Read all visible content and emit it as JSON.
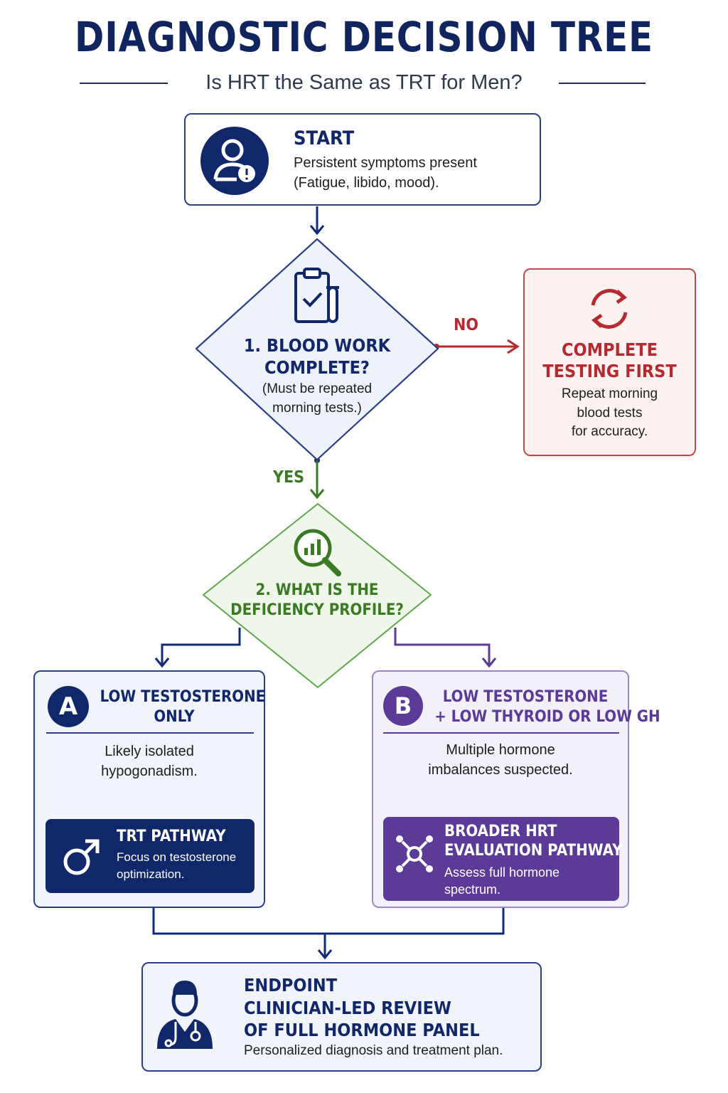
{
  "title": "DIAGNOSTIC DECISION TREE",
  "subtitle": "Is HRT the Same as TRT for Men?",
  "start": {
    "heading": "START",
    "text_line1": "Persistent symptoms present",
    "text_line2": "(Fatigue, libido, mood).",
    "icon": "patient-alert-icon"
  },
  "decision1": {
    "heading_line1": "1. BLOOD WORK",
    "heading_line2": "COMPLETE?",
    "note_line1": "(Must be repeated",
    "note_line2": "morning tests.)",
    "icon": "clipboard-test-tube-icon"
  },
  "no_branch": {
    "label": "NO",
    "heading_line1": "COMPLETE",
    "heading_line2": "TESTING FIRST",
    "text_line1": "Repeat morning",
    "text_line2": "blood tests",
    "text_line3": "for accuracy.",
    "icon": "refresh-icon"
  },
  "yes_label": "YES",
  "decision2": {
    "heading_line1": "2. WHAT IS THE",
    "heading_line2": "DEFICIENCY PROFILE?",
    "icon": "magnifier-chart-icon"
  },
  "path_a": {
    "badge": "A",
    "heading_line1": "LOW TESTOSTERONE",
    "heading_line2": "ONLY",
    "text_line1": "Likely isolated",
    "text_line2": "hypogonadism.",
    "pathway_title": "TRT PATHWAY",
    "pathway_line1": "Focus on testosterone",
    "pathway_line2": "optimization.",
    "icon": "male-symbol-icon"
  },
  "path_b": {
    "badge": "B",
    "heading_line1": "LOW TESTOSTERONE",
    "heading_line2": "+ LOW THYROID OR LOW GH",
    "text_line1": "Multiple hormone",
    "text_line2": "imbalances suspected.",
    "pathway_title_line1": "BROADER HRT",
    "pathway_title_line2": "EVALUATION PATHWAY",
    "pathway_line1": "Assess full hormone",
    "pathway_line2": "spectrum.",
    "icon": "network-nodes-icon"
  },
  "endpoint": {
    "label": "ENDPOINT",
    "heading_line1": "CLINICIAN-LED REVIEW",
    "heading_line2": "OF FULL HORMONE PANEL",
    "text": "Personalized diagnosis and treatment plan.",
    "icon": "doctor-icon"
  },
  "colors": {
    "navy": "#10286a",
    "red": "#b52a2f",
    "green": "#3a7a22",
    "purple": "#5b3a98"
  }
}
